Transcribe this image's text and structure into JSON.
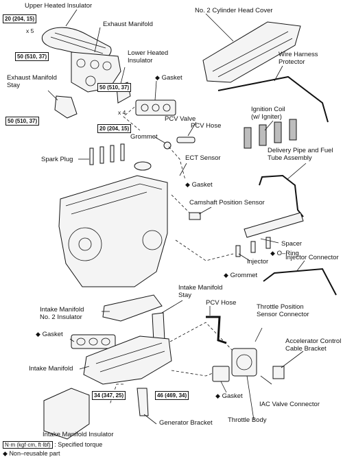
{
  "labels": {
    "upper_heated_insulator": "Upper Heated Insulator",
    "exhaust_manifold": "Exhaust Manifold",
    "cylinder_head_cover": "No. 2 Cylinder Head Cover",
    "wire_harness_protector": "Wire Harness\nProtector",
    "lower_heated_insulator": "Lower Heated\nInsulator",
    "exhaust_manifold_stay": "Exhaust Manifold\nStay",
    "gasket_top": "Gasket",
    "ignition_coil": "Ignition Coil\n(w/ Igniter)",
    "pcv_valve": "PCV Valve",
    "pcv_hose_top": "PCV Hose",
    "grommet_top": "Grommet",
    "delivery_pipe": "Delivery Pipe and Fuel\nTube Assembly",
    "spark_plug": "Spark Plug",
    "ect_sensor": "ECT Sensor",
    "gasket_ect": "Gasket",
    "camshaft_sensor": "Camshaft Position Sensor",
    "spacer": "Spacer",
    "o_ring": "O–Ring",
    "injector": "Injector",
    "grommet_bottom": "Grommet",
    "injector_connector": "Injector Connector",
    "intake_manifold_stay": "Intake Manifold\nStay",
    "intake_manifold_no2": "Intake Manifold\nNo. 2 Insulator",
    "pcv_hose_bottom": "PCV Hose",
    "throttle_position_sensor": "Throttle Position\nSensor Connector",
    "gasket_intake": "Gasket",
    "accelerator_bracket": "Accelerator Control\nCable Bracket",
    "intake_manifold": "Intake Manifold",
    "gasket_throttle": "Gasket",
    "iac_valve": "IAC Valve Connector",
    "intake_manifold_insulator": "Intake Manifold Insulator",
    "generator_bracket": "Generator Bracket",
    "throttle_body": "Throttle Body"
  },
  "torques": {
    "t1": "20 (204, 15)",
    "t2": "50 (510, 37)",
    "t3": "50 (510, 37)",
    "t4": "50 (510, 37)",
    "t5": "20 (204, 15)",
    "t6": "34 (347, 25)",
    "t7": "46 (469, 34)"
  },
  "counts": {
    "x5": "x 5",
    "x4": "x 4"
  },
  "legend": {
    "torque_unit": "N·m (kgf·cm, ft·lbf)",
    "torque_desc": ": Specified torque",
    "nonreusable_symbol": "◆",
    "nonreusable_desc": "Non–reusable part"
  },
  "symbols": {
    "diamond": "◆"
  }
}
